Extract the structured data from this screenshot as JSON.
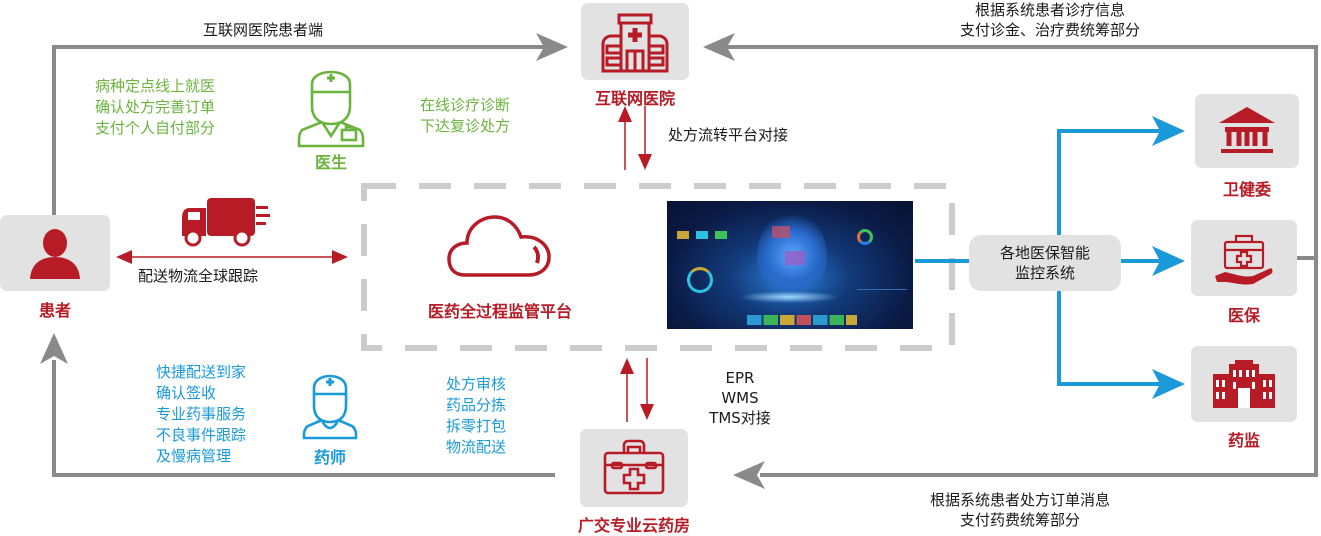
{
  "title": "医药全过程监管平台业务流程",
  "nodes": {
    "patient": {
      "label": "患者",
      "icon": "person-icon"
    },
    "internet_hospital": {
      "label": "互联网医院",
      "icon": "hospital-building-icon"
    },
    "platform": {
      "label": "医药全过程监管平台",
      "icon": "cloud-icon"
    },
    "cloud_pharmacy": {
      "label": "广交专业云药房",
      "icon": "medical-kit-icon"
    },
    "health_commission": {
      "label": "卫健委",
      "icon": "government-building-icon"
    },
    "medical_insurance": {
      "label": "医保",
      "icon": "medical-kit-hand-icon"
    },
    "drug_administration": {
      "label": "药监",
      "icon": "office-building-icon"
    },
    "monitor_system": {
      "lines": [
        "各地医保智能",
        "监控系统"
      ]
    }
  },
  "roles": {
    "doctor": {
      "label": "医生",
      "icon": "doctor-icon"
    },
    "pharmacist": {
      "label": "药师",
      "icon": "pharmacist-icon"
    }
  },
  "annotations": {
    "patient_to_hospital": "互联网医院患者端",
    "doctor_tasks": [
      "病种定点线上就医",
      "确认处方完善订单",
      "支付个人自付部分"
    ],
    "hospital_tasks": [
      "在线诊疗诊断",
      "下达复诊处方"
    ],
    "hospital_platform_link": "处方流转平台对接",
    "gov_to_hospital": [
      "根据系统患者诊疗信息",
      "支付诊金、治疗费统筹部分"
    ],
    "logistics": "配送物流全球跟踪",
    "logistics_icon": "delivery-truck-icon",
    "pharmacist_tasks": [
      "快捷配送到家",
      "确认签收",
      "专业药事服务",
      "不良事件跟踪",
      "及慢病管理"
    ],
    "pharmacy_tasks": [
      "处方审核",
      "药品分拣",
      "拆零打包",
      "物流配送"
    ],
    "pharmacy_platform_link": [
      "EPR",
      "WMS",
      "TMS对接"
    ],
    "gov_to_pharmacy": [
      "根据系统患者处方订单消息",
      "支付药费统筹部分"
    ]
  },
  "colors": {
    "brand_red": "#b71c26",
    "flow_gray": "#8a8a8a",
    "flow_blue": "#1a9ad9",
    "doctor_green": "#6ab43e",
    "box_gray": "#e2e2e2",
    "dash_gray": "#cccccc"
  }
}
